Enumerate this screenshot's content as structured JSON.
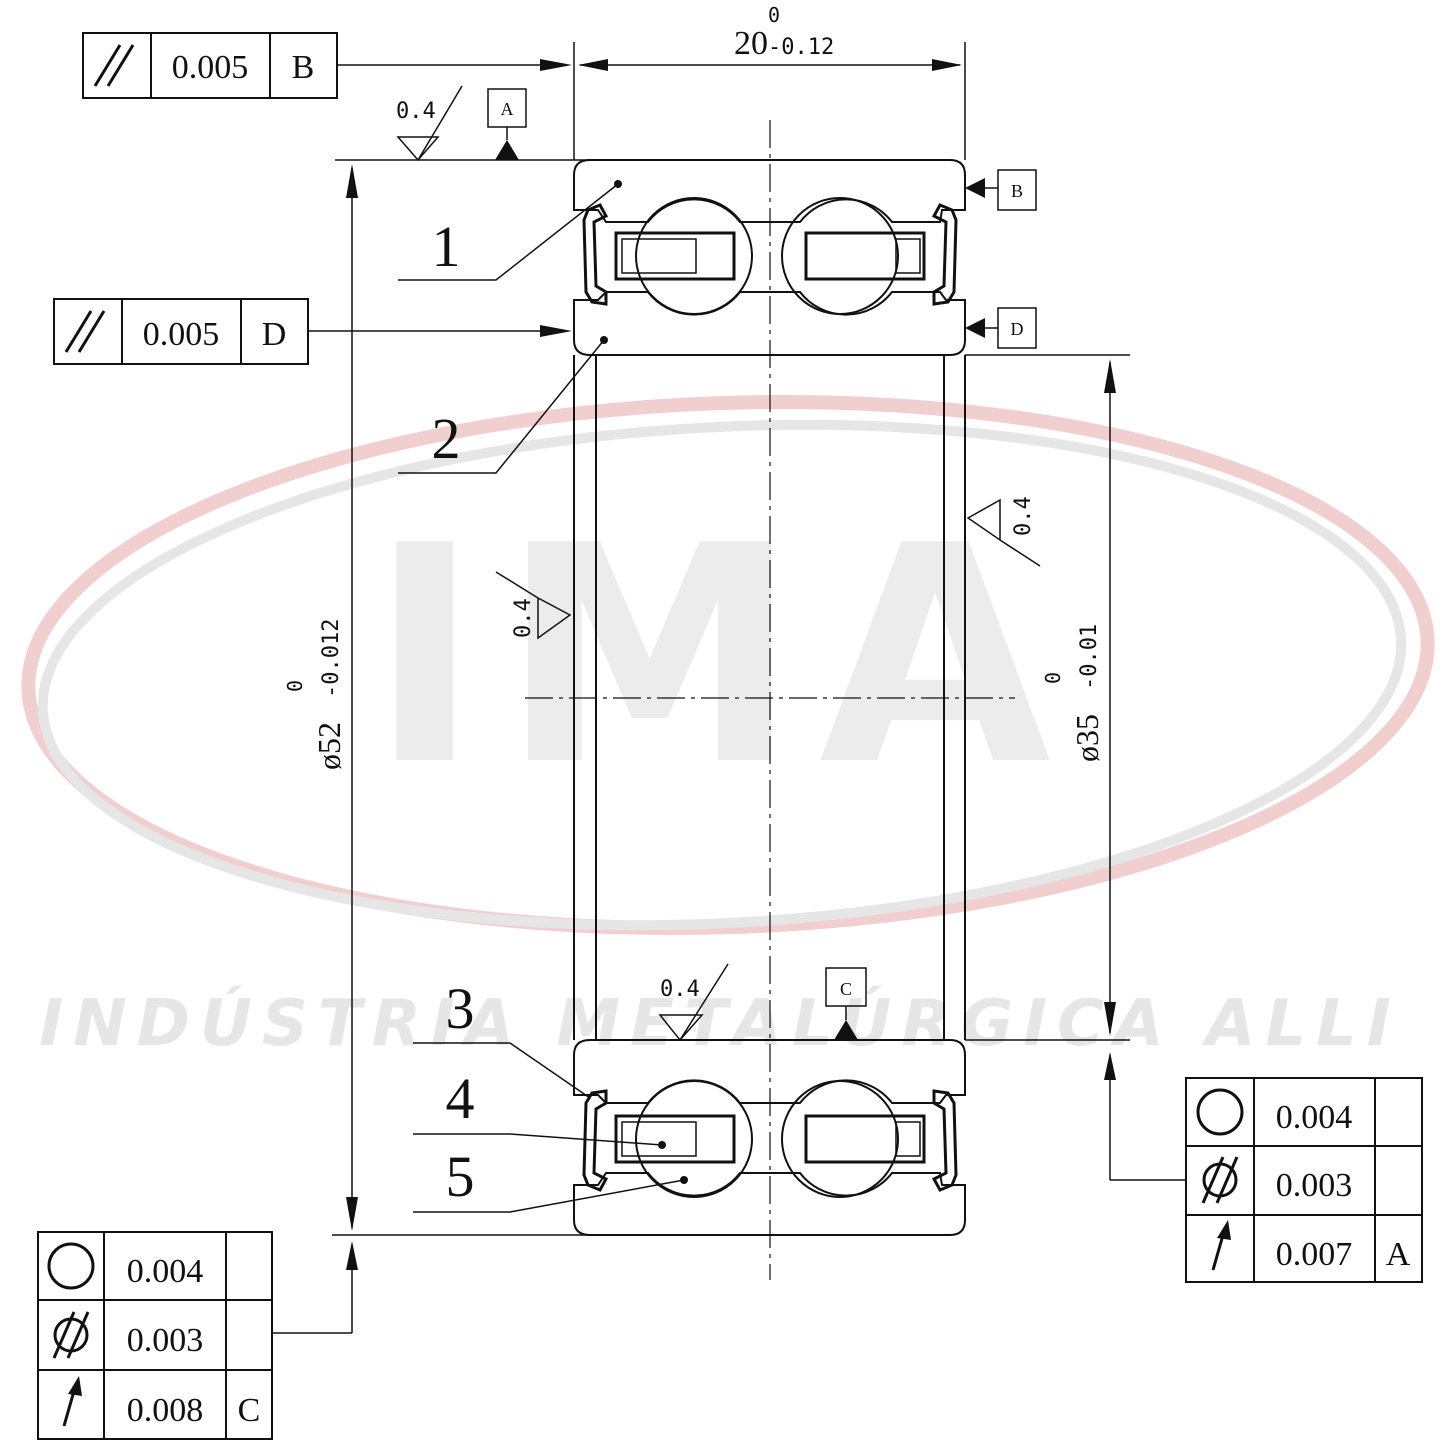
{
  "watermark": {
    "logo_letters": "IMA",
    "company_name": "INDÚSTRIA METALÚRGICA ALLI",
    "colors": {
      "ring_red": "#f2cfcf",
      "ring_grey": "#e4e4e4",
      "letters": "#ececec",
      "text": "#e6e6e6"
    }
  },
  "dimensions": {
    "width": {
      "nominal": "20",
      "upper": "0",
      "lower": "-0.12"
    },
    "outer_diameter": {
      "nominal": "ø52",
      "upper": "0",
      "lower": "-0.012"
    },
    "inner_diameter": {
      "nominal": "ø35",
      "upper": "0",
      "lower": "-0.01"
    }
  },
  "roughness": {
    "top": "0.4",
    "outer_bore": "0.4",
    "inner_bore": "0.4",
    "bottom": "0.4"
  },
  "datums": {
    "a": "A",
    "b": "B",
    "c": "C",
    "d": "D"
  },
  "tolerance_frames": {
    "top_parallel": {
      "symbol": "parallel-icon",
      "value": "0.005",
      "datum": "B"
    },
    "mid_parallel": {
      "symbol": "parallel-icon",
      "value": "0.005",
      "datum": "D"
    },
    "outer_ring": [
      {
        "symbol": "circularity-icon",
        "value": "0.004",
        "datum": ""
      },
      {
        "symbol": "cylindricity-icon",
        "value": "0.003",
        "datum": ""
      },
      {
        "symbol": "runout-icon",
        "value": "0.008",
        "datum": "C"
      }
    ],
    "inner_ring": [
      {
        "symbol": "circularity-icon",
        "value": "0.004",
        "datum": ""
      },
      {
        "symbol": "cylindricity-icon",
        "value": "0.003",
        "datum": ""
      },
      {
        "symbol": "runout-icon",
        "value": "0.007",
        "datum": "A"
      }
    ]
  },
  "part_labels": {
    "p1": "1",
    "p2": "2",
    "p3": "3",
    "p4": "4",
    "p5": "5"
  }
}
